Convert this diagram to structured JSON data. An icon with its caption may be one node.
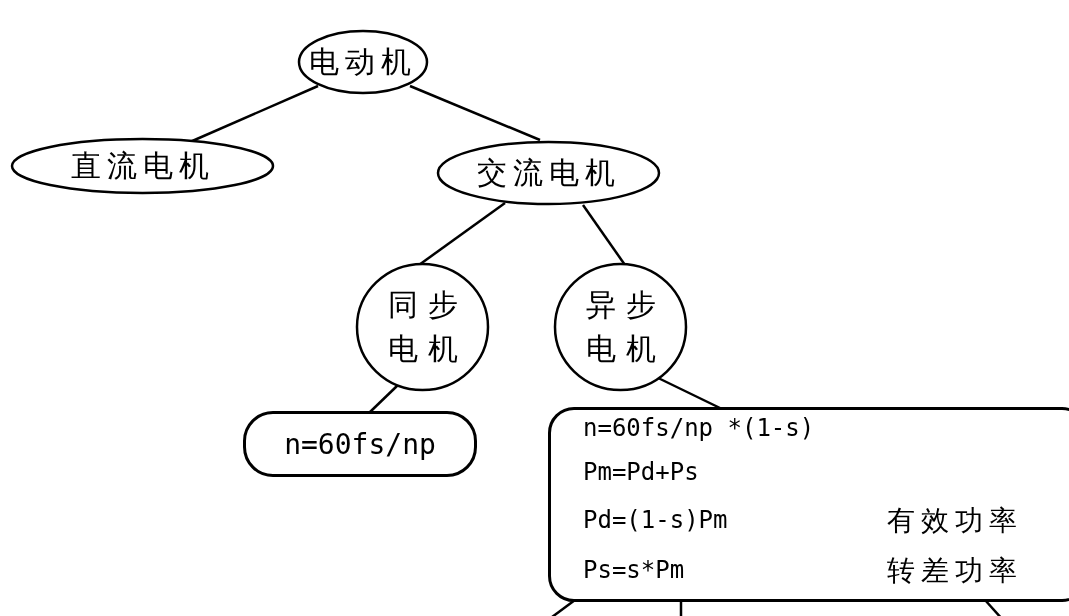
{
  "diagram": {
    "nodes": [
      {
        "text": [
          "电动机"
        ]
      },
      {
        "text": [
          "直流电机"
        ]
      },
      {
        "text": [
          "交流电机"
        ]
      },
      {
        "text": [
          "同步电机"
        ]
      },
      {
        "text": [
          "异步电机"
        ]
      },
      {
        "text": [
          "n=60fs/np"
        ]
      },
      {
        "text": [
          "n=60fs/np *(1-s)",
          "Pm=Pd+Ps",
          "Pd=(1-s)Pm",
          "有效功率",
          "Ps=s*Pm",
          "转差功率"
        ]
      }
    ],
    "edges": [
      {
        "from": 0,
        "to": 1,
        "arrow": "none"
      },
      {
        "from": 0,
        "to": 2,
        "arrow": "none"
      },
      {
        "from": 2,
        "to": 3,
        "arrow": "none"
      },
      {
        "from": 2,
        "to": 4,
        "arrow": "none"
      },
      {
        "from": 3,
        "to": 5,
        "arrow": "none"
      },
      {
        "from": 4,
        "to": 6,
        "arrow": "none"
      },
      {
        "from": 6,
        "to": null,
        "arrow": "none"
      },
      {
        "from": 6,
        "to": null,
        "arrow": "none"
      },
      {
        "from": 6,
        "to": null,
        "arrow": "none"
      }
    ]
  }
}
